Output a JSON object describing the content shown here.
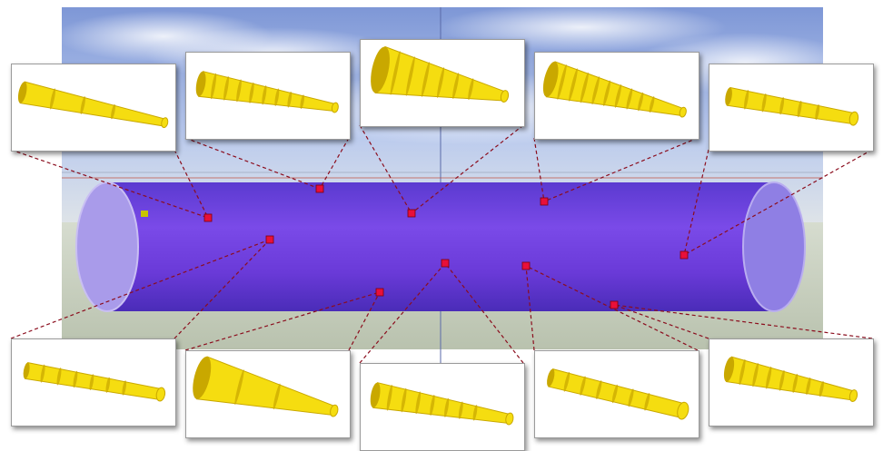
{
  "colors": {
    "sky_top": "#7e97d6",
    "sky_mid": "#b7c8ee",
    "ground": "#c8cfc0",
    "cylinder_body": "#6a3ad8",
    "cylinder_cap": "#9d8ce8",
    "marker": "#e8103a",
    "connector": "#8b0d1d",
    "horn_fill": "#f5dd10",
    "horn_shade": "#c9a800",
    "small_marker": "#c9c400"
  },
  "thumbnails": [
    {
      "id": "t1",
      "description_icon": "tapered-horn-icon"
    },
    {
      "id": "t2",
      "description_icon": "ridged-horn-icon"
    },
    {
      "id": "t3",
      "description_icon": "wide-horn-icon"
    },
    {
      "id": "t4",
      "description_icon": "ridged-cone-icon"
    },
    {
      "id": "t5",
      "description_icon": "stepped-horn-icon"
    },
    {
      "id": "b1",
      "description_icon": "ridged-rod-icon"
    },
    {
      "id": "b2",
      "description_icon": "smooth-cone-icon"
    },
    {
      "id": "b3",
      "description_icon": "ridged-horn-icon"
    },
    {
      "id": "b4",
      "description_icon": "spool-horn-icon"
    },
    {
      "id": "b5",
      "description_icon": "ridged-horn-icon"
    }
  ]
}
